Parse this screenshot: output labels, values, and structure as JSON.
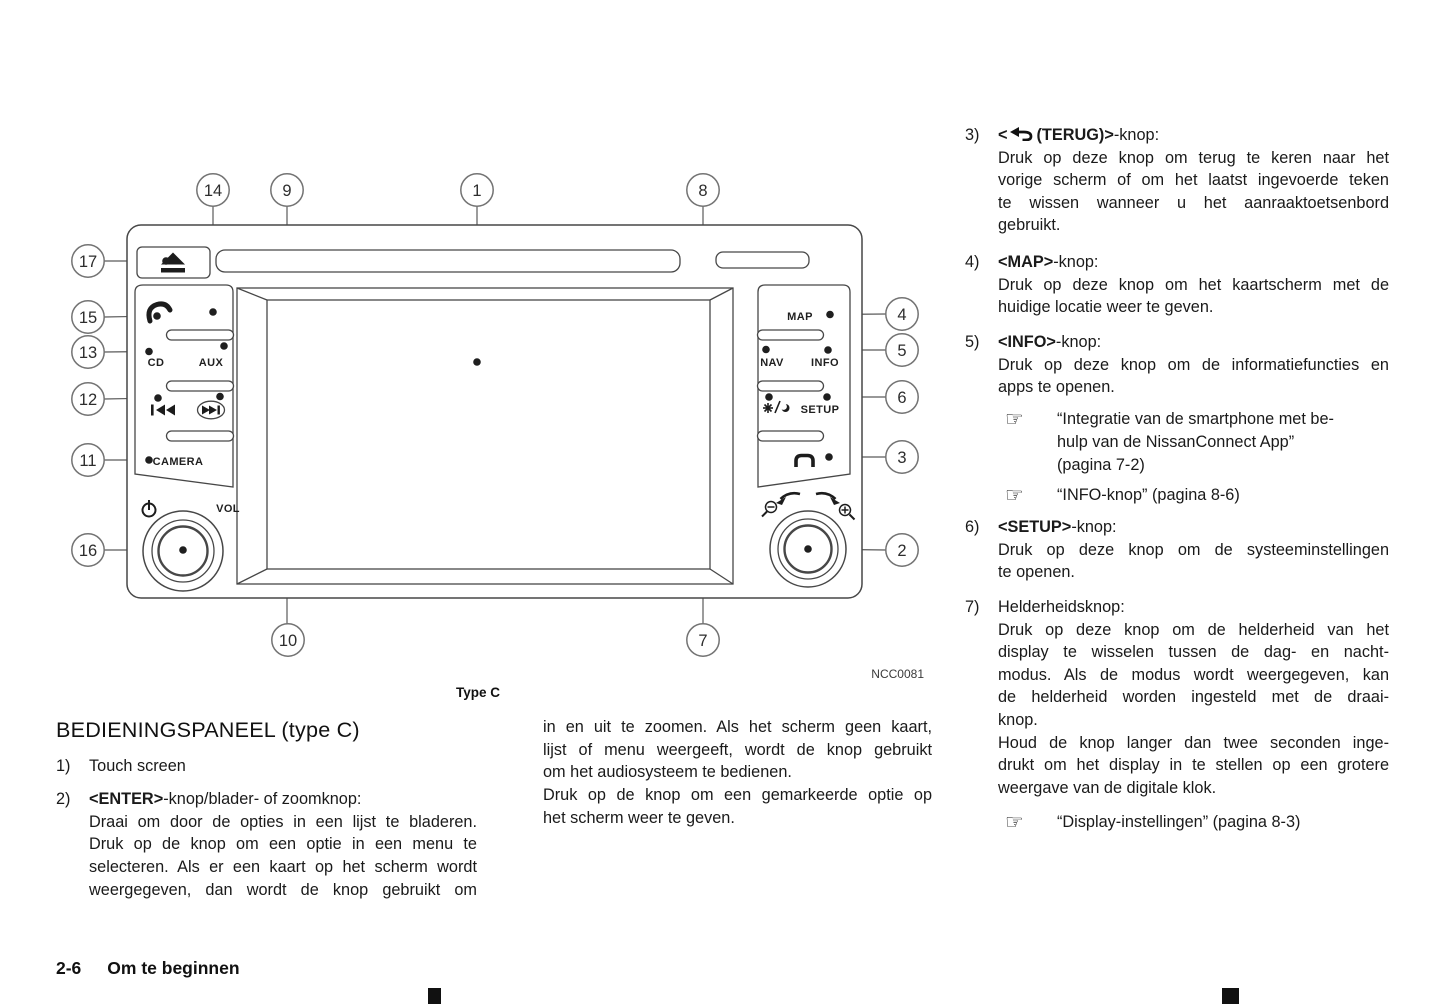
{
  "content": {
    "heading": "BEDIENINGSPANEEL (type C)",
    "left": {
      "item1": {
        "num": "1)",
        "text": "Touch screen"
      },
      "item2": {
        "num": "2)",
        "bold": "<ENTER>",
        "rest": "-knop/blader- of zoomknop:",
        "lines": [
          "Draai om door de opties in een lijst te bladeren.",
          "Druk op de knop om een optie in een menu te",
          "selecteren. Als er een kaart op het scherm wordt",
          "weergegeven, dan wordt de knop gebruikt om"
        ]
      }
    },
    "middle": {
      "para1": [
        "in en uit te zoomen. Als het scherm geen kaart,",
        "lijst of menu weergeeft, wordt de knop gebruikt",
        "om het audiosysteem te bedienen."
      ],
      "para2": [
        "Druk op de knop om een gemarkeerde optie op",
        "het scherm weer te geven."
      ]
    },
    "right": {
      "item3": {
        "num": "3)",
        "pre": "<",
        "bold": "(TERUG)>",
        "rest": "-knop:",
        "lines": [
          "Druk op deze knop om terug te keren naar het",
          "vorige scherm of om het laatst ingevoerde teken",
          "te wissen wanneer u het aanraaktoetsenbord",
          "gebruikt."
        ]
      },
      "item4": {
        "num": "4)",
        "bold": "<MAP>",
        "rest": "-knop:",
        "lines": [
          "Druk op deze knop om het kaartscherm met de",
          "huidige locatie weer te geven."
        ]
      },
      "item5": {
        "num": "5)",
        "bold": "<INFO>",
        "rest": "-knop:",
        "lines": [
          "Druk op deze knop om de informatiefuncties en",
          "apps te openen."
        ]
      },
      "ref1": {
        "icon": "☞",
        "lines": [
          "“Integratie van de smartphone met be-",
          "hulp van de NissanConnect App”",
          " (pagina 7-2)"
        ]
      },
      "ref2": {
        "icon": "☞",
        "text": "“INFO-knop” (pagina 8-6)"
      },
      "item6": {
        "num": "6)",
        "bold": "<SETUP>",
        "rest": "-knop:",
        "lines": [
          "Druk op deze knop om de systeeminstellingen",
          "te openen."
        ]
      },
      "item7": {
        "num": "7)",
        "title": "Helderheidsknop:",
        "para1": [
          "Druk op deze knop om de helderheid van het",
          "display te wisselen tussen de dag- en nacht-",
          "modus. Als de modus wordt weergegeven, kan",
          "de helderheid worden ingesteld met de draai-",
          "knop."
        ],
        "para2": [
          "Houd de knop langer dan twee seconden inge-",
          "drukt om het display in te stellen op een grotere",
          "weergave van de digitale klok."
        ]
      },
      "ref3": {
        "icon": "☞",
        "text": "“Display-instellingen” (pagina 8-3)"
      }
    }
  },
  "figure": {
    "caption": "Type C",
    "code": "NCC0081"
  },
  "footer": {
    "page_number": "2-6",
    "section_title": "Om te beginnen"
  },
  "diagram": {
    "labels": {
      "cd": "CD",
      "aux": "AUX",
      "camera": "CAMERA",
      "vol": "VOL",
      "map": "MAP",
      "nav": "NAV",
      "info": "INFO",
      "setup": "SETUP"
    },
    "callouts": {
      "c1": "1",
      "c2": "2",
      "c3": "3",
      "c4": "4",
      "c5": "5",
      "c6": "6",
      "c7": "7",
      "c8": "8",
      "c9": "9",
      "c10": "10",
      "c11": "11",
      "c12": "12",
      "c13": "13",
      "c14": "14",
      "c15": "15",
      "c16": "16",
      "c17": "17"
    }
  }
}
